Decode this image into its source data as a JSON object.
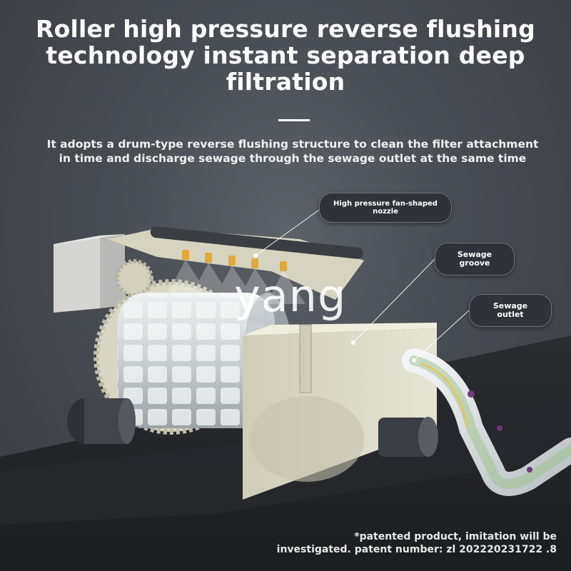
{
  "title": {
    "line1": "Roller high pressure reverse flushing",
    "line2": "technology instant separation deep",
    "line3": "filtration"
  },
  "subtitle": {
    "line1": "It adopts a drum-type reverse flushing structure to clean the filter attachment",
    "line2": "in time and discharge sewage through the sewage outlet at the same time"
  },
  "callouts": {
    "nozzle": "High pressure fan-shaped nozzle",
    "groove_line1": "Sewage",
    "groove_line2": "groove",
    "outlet_line1": "Sewage",
    "outlet_line2": "outlet"
  },
  "watermark": "yang",
  "patent": {
    "line1": "*patented product, imitation will be",
    "line2": "investigated. patent number: zl 202220231722 .8"
  },
  "colors": {
    "background": "#474b52",
    "machine_frame": "#d8d6c4",
    "pipe": "#d9dde0",
    "callout_bg": "#2f3238"
  }
}
